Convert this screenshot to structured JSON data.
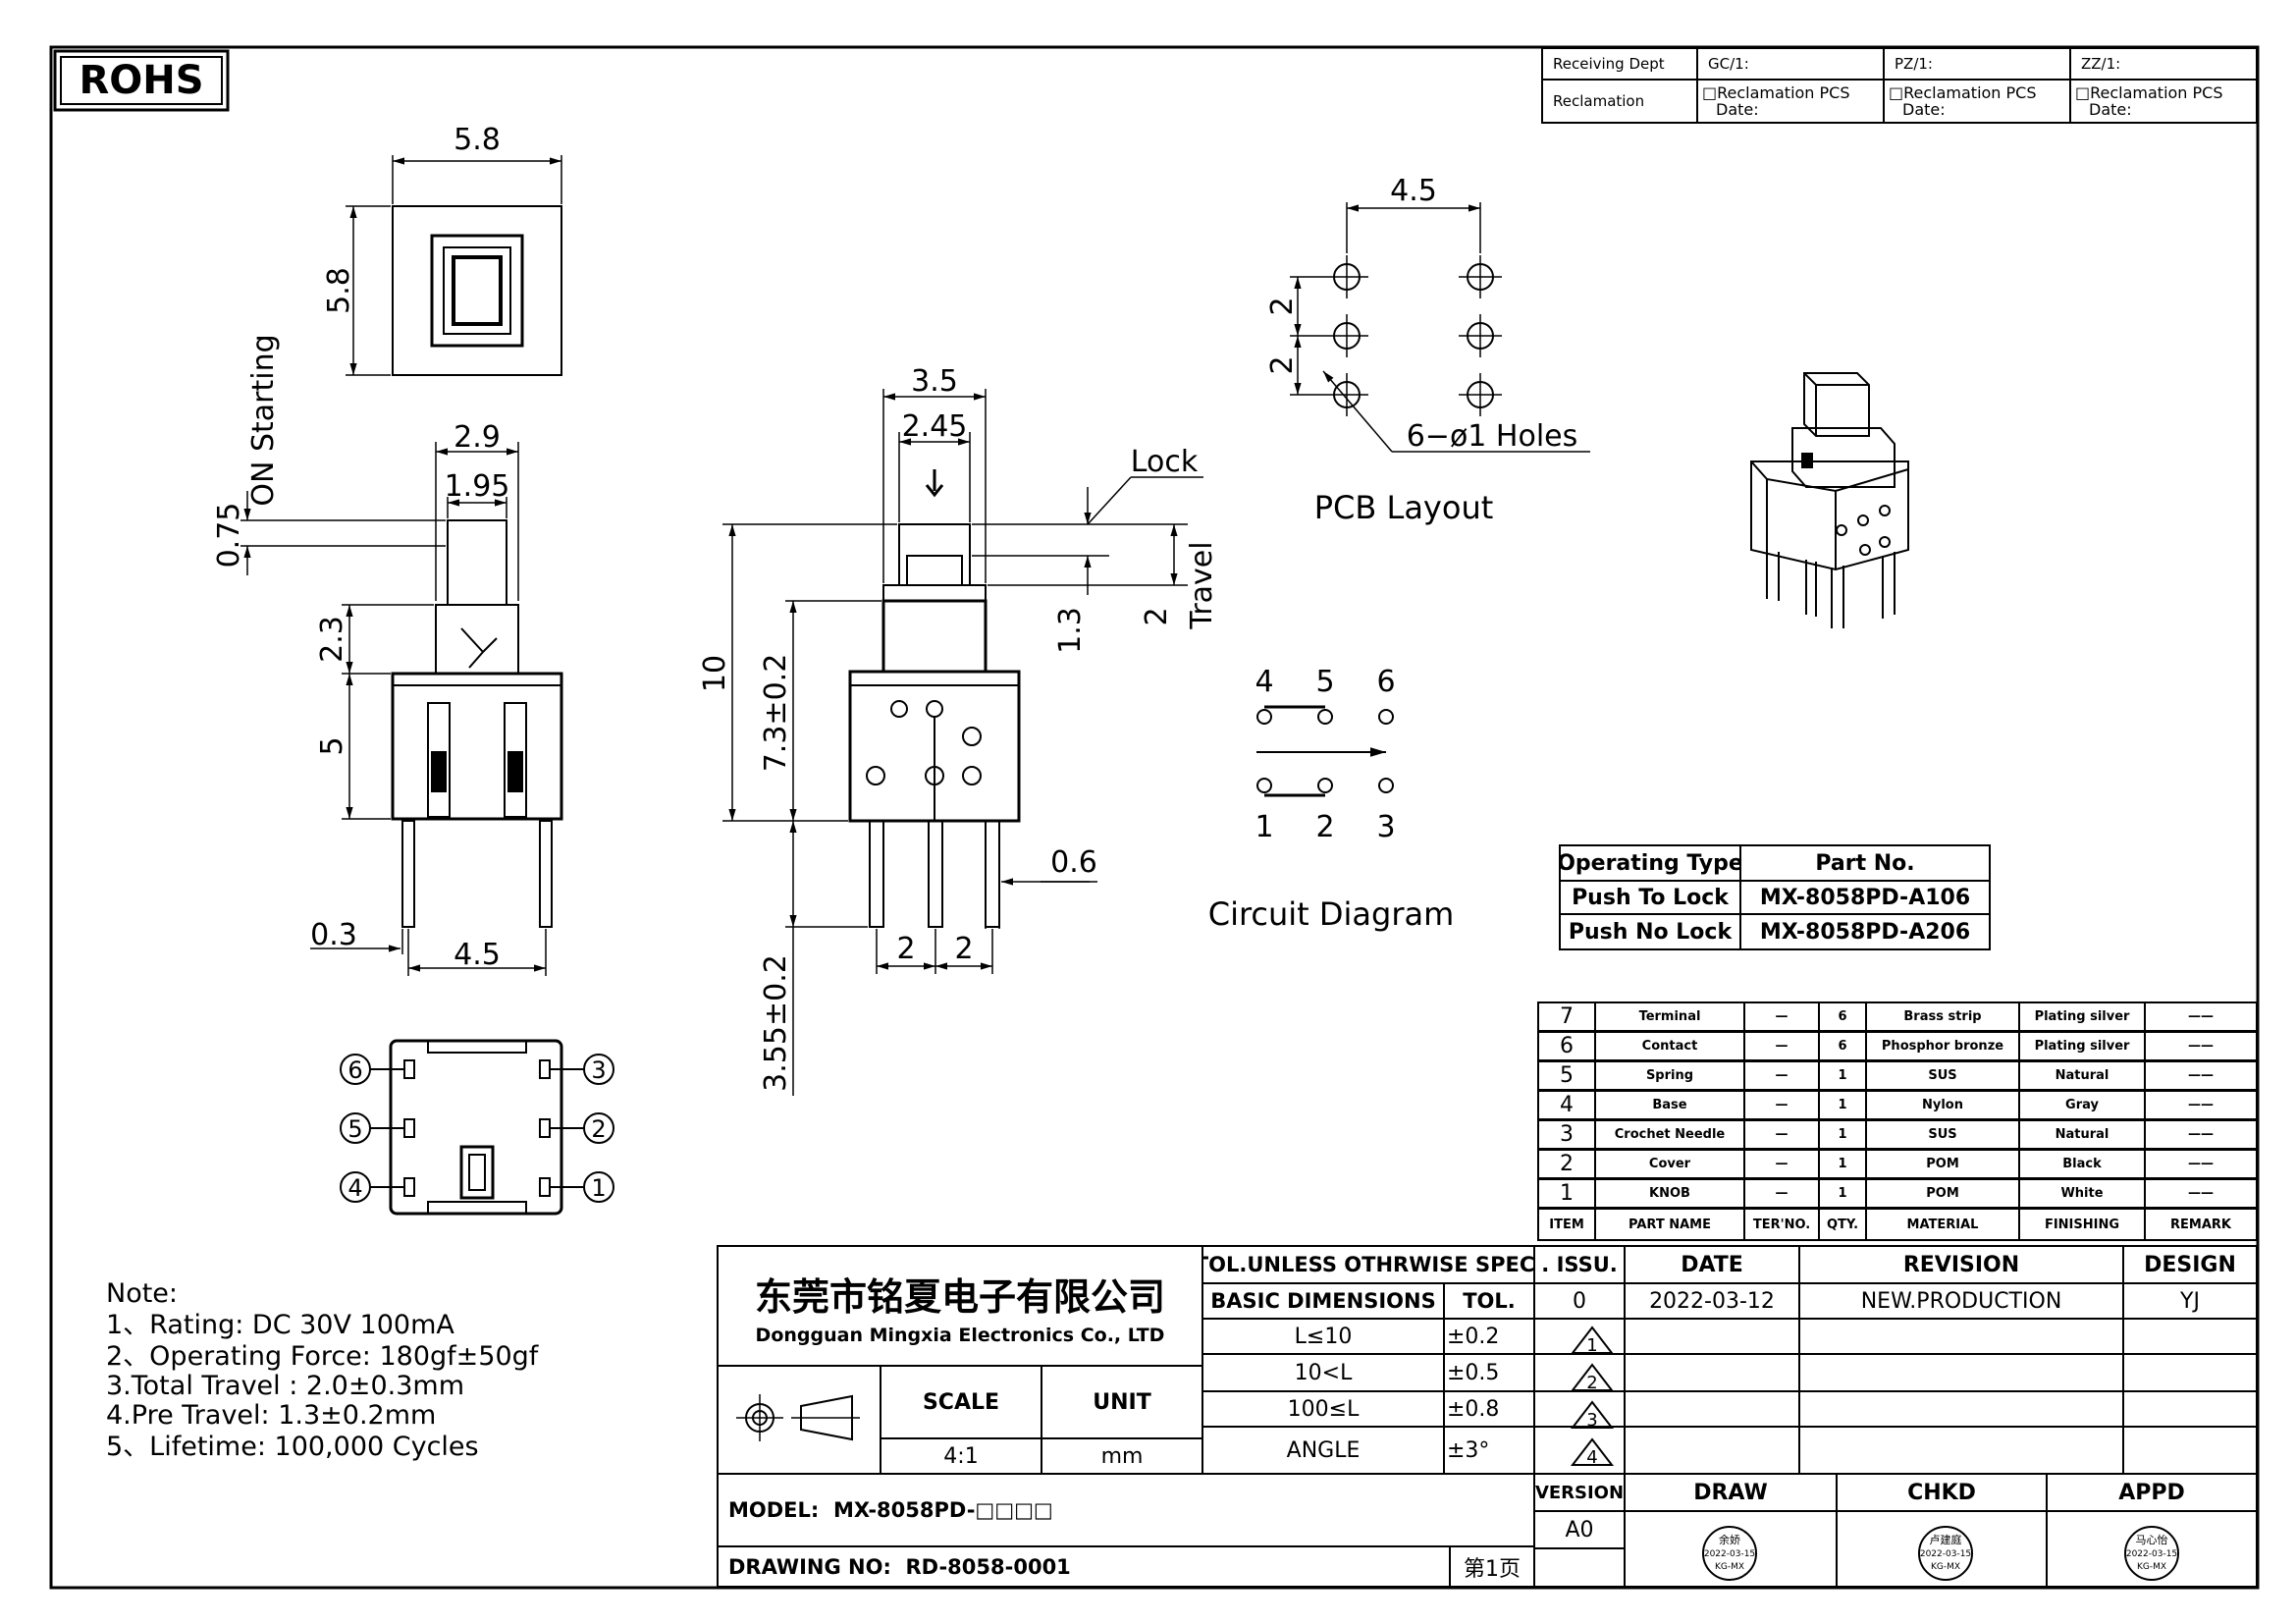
{
  "rohs": "ROHS",
  "dims": {
    "top_w": "5.8",
    "top_h": "5.8",
    "on_start": "ON Starting",
    "on_start_val": "0.75",
    "side_w1": "2.9",
    "side_w2": "1.95",
    "side_h1": "2.3",
    "side_h2": "5",
    "pin_w": "0.3",
    "pin_pitch": "4.5",
    "front_w1": "3.5",
    "front_w2": "2.45",
    "front_total": "10",
    "front_body": "7.3±0.2",
    "front_pin": "3.55±0.2",
    "front_pin_w": "0.6",
    "front_pitch1": "2",
    "front_pitch2": "2",
    "lock": "Lock",
    "lock_val": "1.3",
    "travel": "Travel",
    "travel_val": "2"
  },
  "pcb": {
    "width": "4.5",
    "pitch1": "2",
    "pitch2": "2",
    "holes": "6−ø1 Holes",
    "title": "PCB Layout"
  },
  "circuit": {
    "top_labels": [
      "4",
      "5",
      "6"
    ],
    "bottom_labels": [
      "1",
      "2",
      "3"
    ],
    "title": "Circuit Diagram"
  },
  "bottom_view_pins": [
    "6",
    "5",
    "4",
    "3",
    "2",
    "1"
  ],
  "receiving": {
    "dept_label": "Receiving Dept",
    "recl_label": "Reclamation",
    "cols": [
      "GC/1:",
      "PZ/1:",
      "ZZ/1:"
    ],
    "recl_text": "□Reclamation  PCS",
    "date_text": "Date:"
  },
  "op_table": {
    "headers": [
      "Operating Type",
      "Part No."
    ],
    "rows": [
      [
        "Push To Lock",
        "MX-8058PD-A106"
      ],
      [
        "Push No Lock",
        "MX-8058PD-A206"
      ]
    ]
  },
  "bom": {
    "headers": [
      "ITEM",
      "PART NAME",
      "TER'NO.",
      "QTY.",
      "MATERIAL",
      "FINISHING",
      "REMARK"
    ],
    "rows": [
      [
        "7",
        "Terminal",
        "—",
        "6",
        "Brass strip",
        "Plating silver",
        "——"
      ],
      [
        "6",
        "Contact",
        "—",
        "6",
        "Phosphor bronze",
        "Plating silver",
        "——"
      ],
      [
        "5",
        "Spring",
        "—",
        "1",
        "SUS",
        "Natural",
        "——"
      ],
      [
        "4",
        "Base",
        "—",
        "1",
        "Nylon",
        "Gray",
        "——"
      ],
      [
        "3",
        "Crochet Needle",
        "—",
        "1",
        "SUS",
        "Natural",
        "——"
      ],
      [
        "2",
        "Cover",
        "—",
        "1",
        "POM",
        "Black",
        "——"
      ],
      [
        "1",
        "KNOB",
        "—",
        "1",
        "POM",
        "White",
        "——"
      ]
    ]
  },
  "notes": {
    "title": "Note:",
    "items": [
      "1、Rating: DC 30V 100mA",
      "2、Operating Force: 180gf±50gf",
      "3.Total Travel : 2.0±0.3mm",
      "4.Pre Travel: 1.3±0.2mm",
      "5、Lifetime:   100,000 Cycles"
    ]
  },
  "title_block": {
    "company_cn": "东莞市铭夏电子有限公司",
    "company_en": "Dongguan Mingxia Electronics Co., LTD",
    "tol_title": "TOL.UNLESS OTHRWISE SPEC.",
    "basic_dims": "BASIC DIMENSIONS",
    "tol": "TOL.",
    "tol_rows": [
      [
        "L≤10",
        "±0.2"
      ],
      [
        "10<L",
        "±0.5"
      ],
      [
        "100≤L",
        "±0.8"
      ],
      [
        "ANGLE",
        "±3°"
      ]
    ],
    "scale_label": "SCALE",
    "scale_val": "4:1",
    "unit_label": "UNIT",
    "unit_val": "mm",
    "issu": ". ISSU.",
    "date": "DATE",
    "revision": "REVISION",
    "design": "DESIGN",
    "rev_row": [
      "0",
      "2022-03-12",
      "NEW.PRODUCTION",
      "YJ"
    ],
    "rev_marks": [
      "1",
      "2",
      "3",
      "4"
    ],
    "model_label": "MODEL:",
    "model_val": "MX-8058PD-□□□□",
    "drawing_label": "DRAWING NO:",
    "drawing_val": "RD-8058-0001",
    "page": "第1页",
    "version": "VERSION",
    "version_val": "A0",
    "draw": "DRAW",
    "chkd": "CHKD",
    "appd": "APPD",
    "stamps": [
      [
        "余娇",
        "2022-03-15",
        "KG-MX"
      ],
      [
        "卢建庭",
        "2022-03-15",
        "KG-MX"
      ],
      [
        "马心怡",
        "2022-03-15",
        "KG-MX"
      ]
    ]
  }
}
